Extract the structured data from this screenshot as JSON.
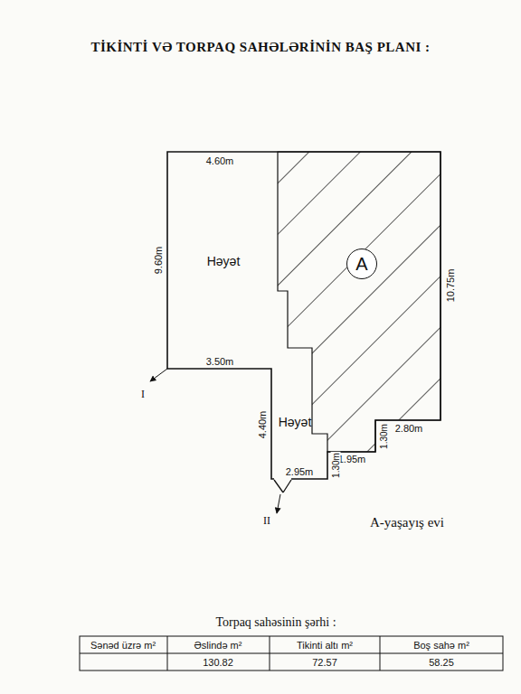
{
  "diagram": {
    "title": "TİKİNTİ VƏ TORPAQ SAHƏLƏRİNİN BAŞ PLANI :",
    "nodes": [
      {
        "text": [
          "A"
        ]
      }
    ],
    "labels": [
      "4.60m",
      "9.60m",
      "Həyət",
      "10.75m",
      "3.50m",
      "I",
      "4.40m",
      "Həyət",
      "1.30m",
      "2.80m",
      "1.95m",
      "1.30m",
      "2.95m",
      "II",
      "A-yaşayış evi",
      "Torpaq sahəsinin şərhi :",
      "Sənəd üzrə m²",
      "Əslində m²",
      "Tikinti altı m²",
      "Boş sahə m²",
      "130.82",
      "72.57",
      "58.25"
    ]
  }
}
